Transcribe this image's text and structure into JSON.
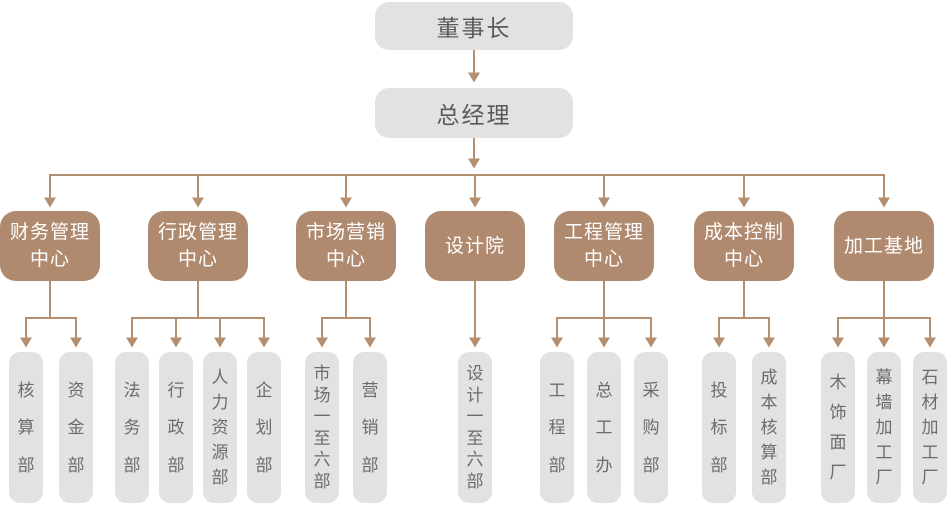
{
  "palette": {
    "node_brown": "#b08a6e",
    "node_gray": "#e2e2e2",
    "line_brown": "#b49070",
    "top_text": "#5a5a5a",
    "center_text": "#ffffff",
    "child_text": "#6c6c6c",
    "background": "#ffffff"
  },
  "org": {
    "chairman": "董事长",
    "general_manager": "总经理",
    "centers": [
      {
        "label": "财务管理\n中心",
        "children": [
          "核算部",
          "资金部"
        ]
      },
      {
        "label": "行政管理\n中心",
        "children": [
          "法务部",
          "行政部",
          "人力资源部",
          "企划部"
        ]
      },
      {
        "label": "市场营销\n中心",
        "children": [
          "市场一至六部",
          "营销部"
        ]
      },
      {
        "label": "设计院",
        "children": [
          "设计一至六部"
        ]
      },
      {
        "label": "工程管理\n中心",
        "children": [
          "工程部",
          "总工办",
          "采购部"
        ]
      },
      {
        "label": "成本控制\n中心",
        "children": [
          "投标部",
          "成本核算部"
        ]
      },
      {
        "label": "加工基地",
        "children": [
          "木饰面厂",
          "幕墙加工厂",
          "石材加工厂"
        ]
      }
    ]
  }
}
